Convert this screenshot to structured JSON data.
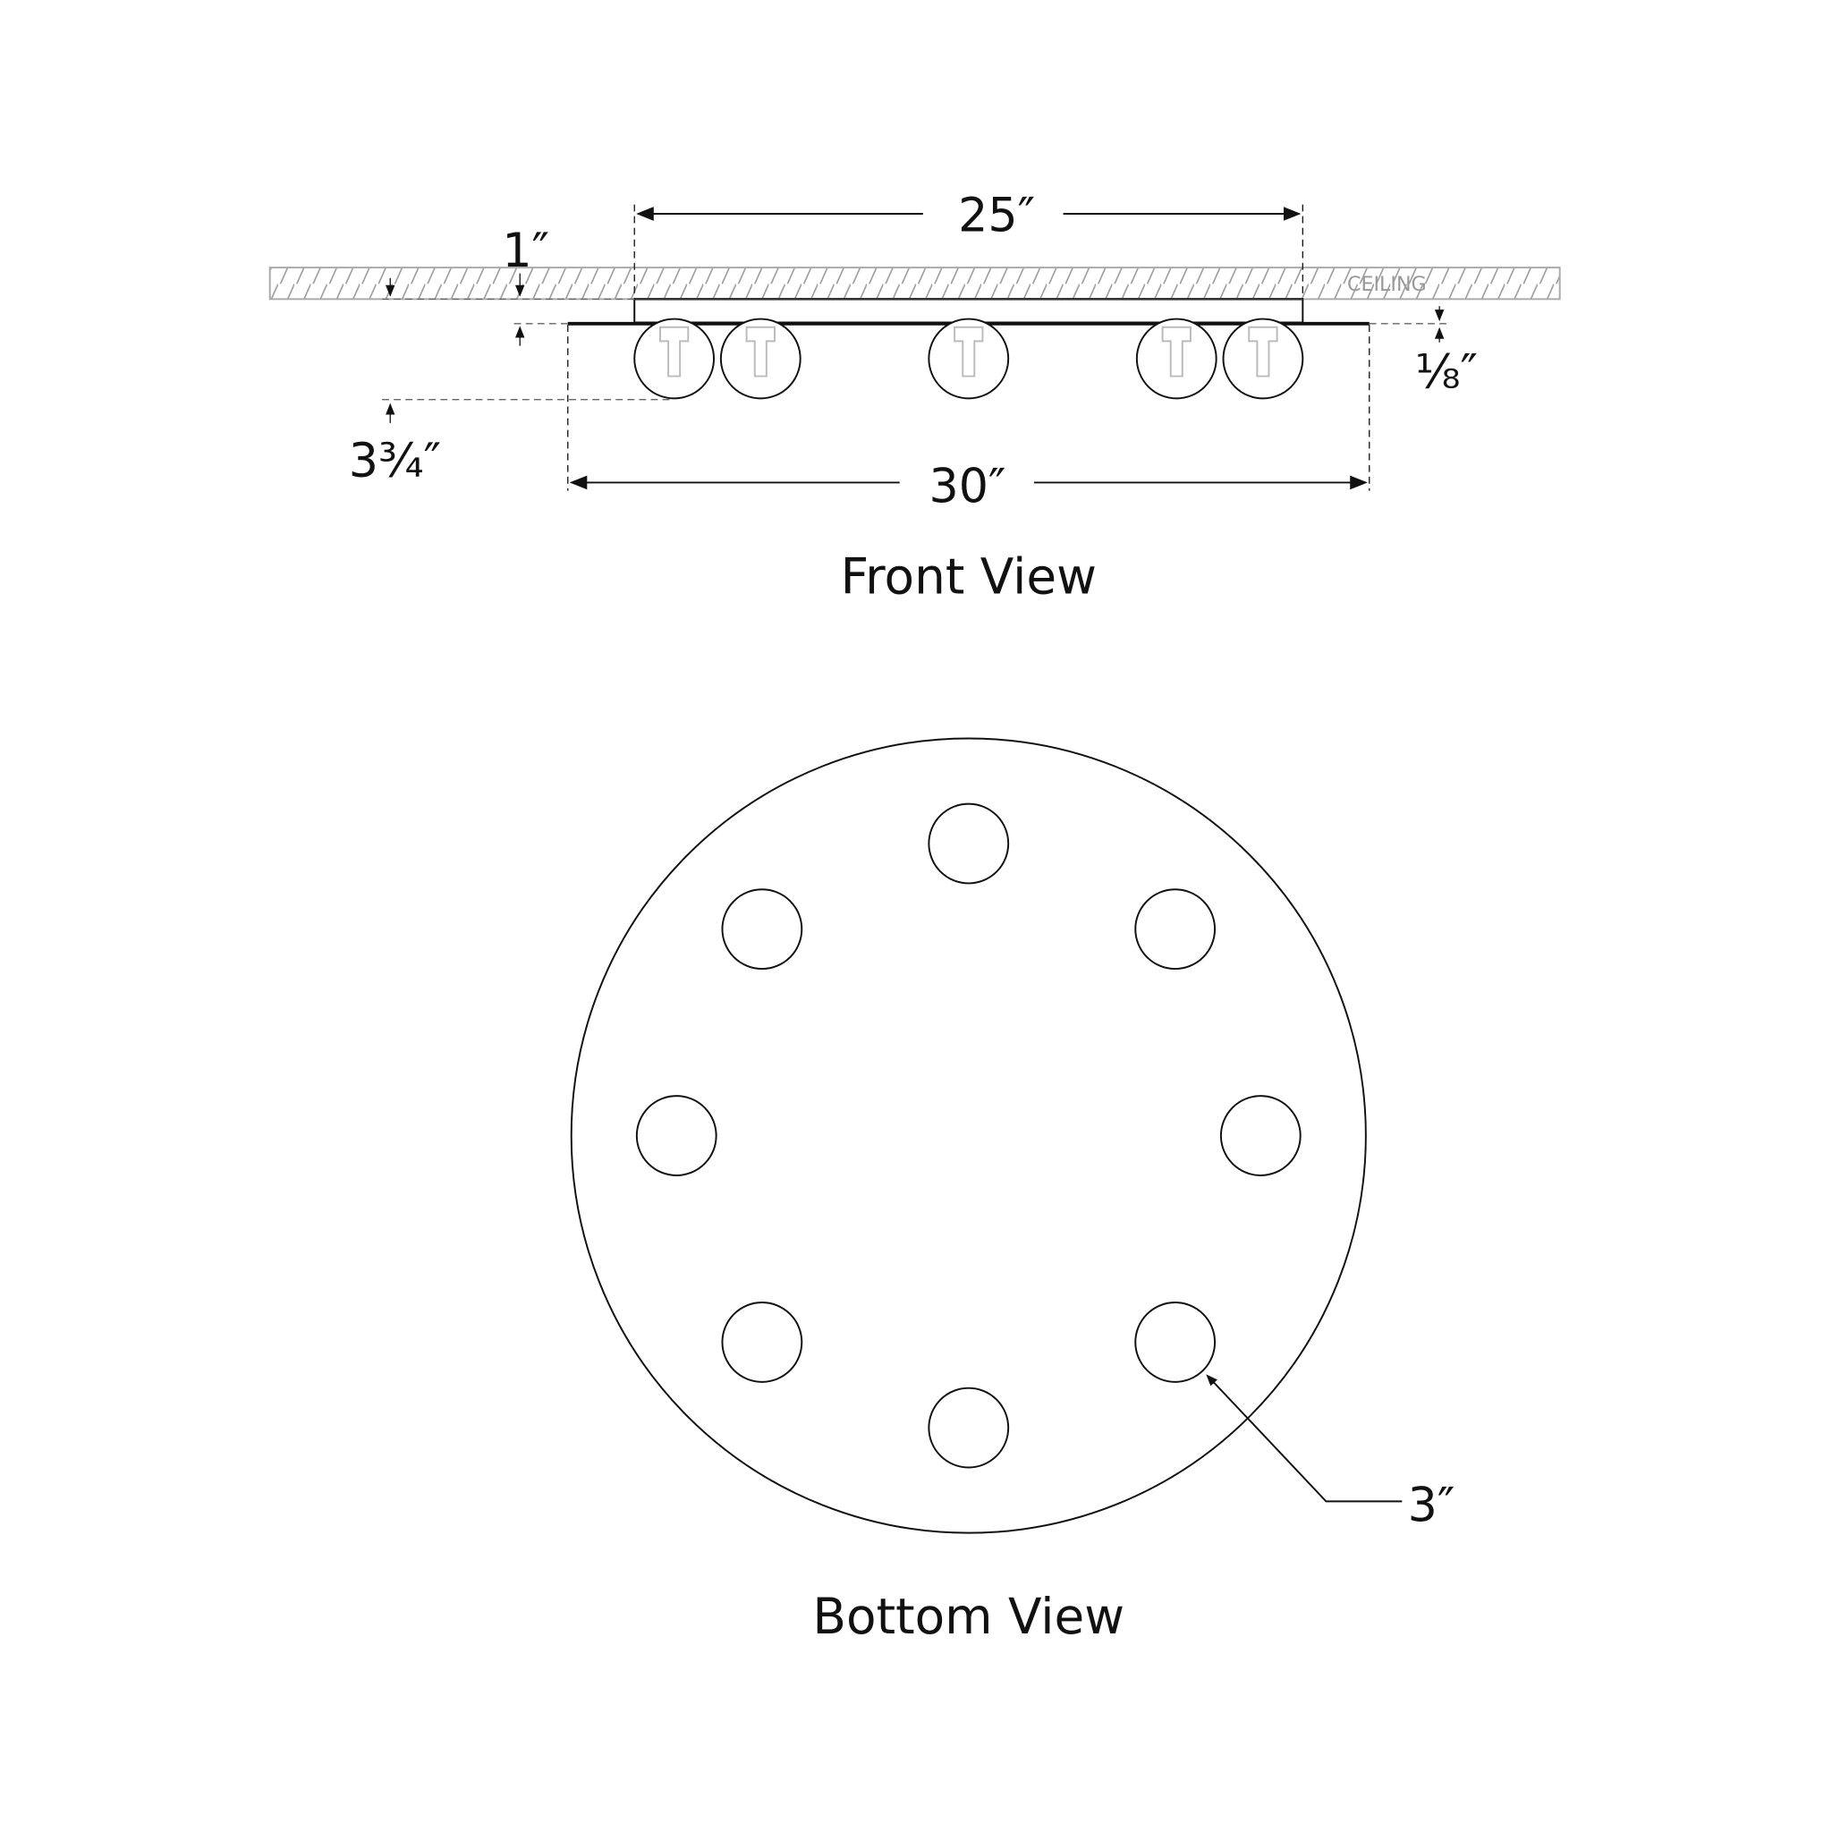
{
  "front_view": {
    "title": "Front View",
    "ceiling_label": "CEILING",
    "dimensions": {
      "canopy_width": "25″",
      "overall_width": "30″",
      "canopy_height": "1″",
      "plate_thickness": "⅛″",
      "overall_height": "3¾″"
    },
    "visible_bulbs": 5
  },
  "bottom_view": {
    "title": "Bottom View",
    "bulb_count": 8,
    "bulb_diameter": "3″"
  },
  "colors": {
    "line": "#111111",
    "hatch": "#9a9a9a"
  }
}
